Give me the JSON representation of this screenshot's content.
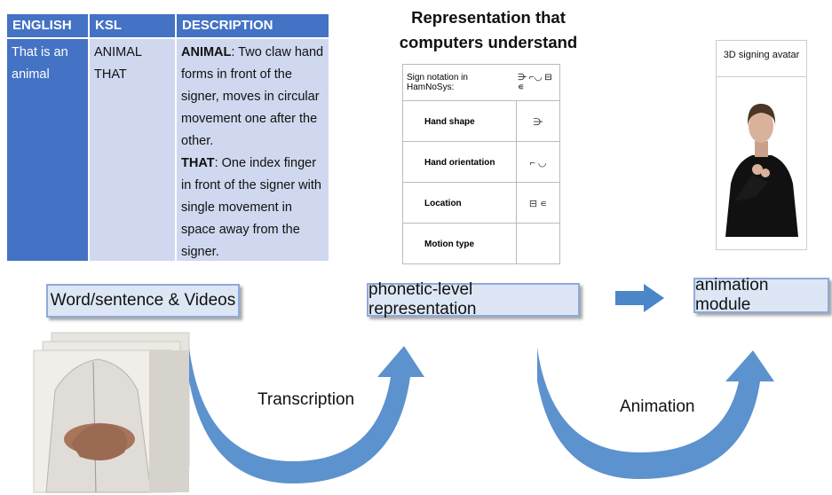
{
  "table": {
    "headers": [
      "ENGLISH",
      "KSL",
      "DESCRIPTION"
    ],
    "english": "That is an animal",
    "ksl": "ANIMAL THAT",
    "desc1_kw": "ANIMAL",
    "desc1": ": Two claw hand forms in front of the signer, moves in circular movement one after the other.",
    "desc2_kw": "THAT",
    "desc2": ": One index finger in front of the signer with single movement in space away from the signer."
  },
  "representation": {
    "title": "Representation that computers understand",
    "notation_label": "Sign notation  in HamNoSys:",
    "rows": [
      {
        "label": "Hand shape",
        "symbol": "⋺"
      },
      {
        "label": "Hand orientation",
        "symbol": "⌐ ◡"
      },
      {
        "label": "Location",
        "symbol": "⊟ ∊"
      },
      {
        "label": "Motion type",
        "symbol": ""
      }
    ],
    "notation_symbols": "⋺ ⌐◡ ⊟ ∊"
  },
  "avatar": {
    "label": "3D signing avatar"
  },
  "stages": {
    "words": "Word/sentence & Videos",
    "phonetic": "phonetic-level representation",
    "animation": "animation module"
  },
  "arrows": {
    "transcription": "Transcription",
    "animation": "Animation"
  },
  "colors": {
    "header": "#4472c4",
    "cell": "#cfd8ee",
    "arrow": "#4a86c8",
    "stage_fill": "#dce6f4"
  }
}
